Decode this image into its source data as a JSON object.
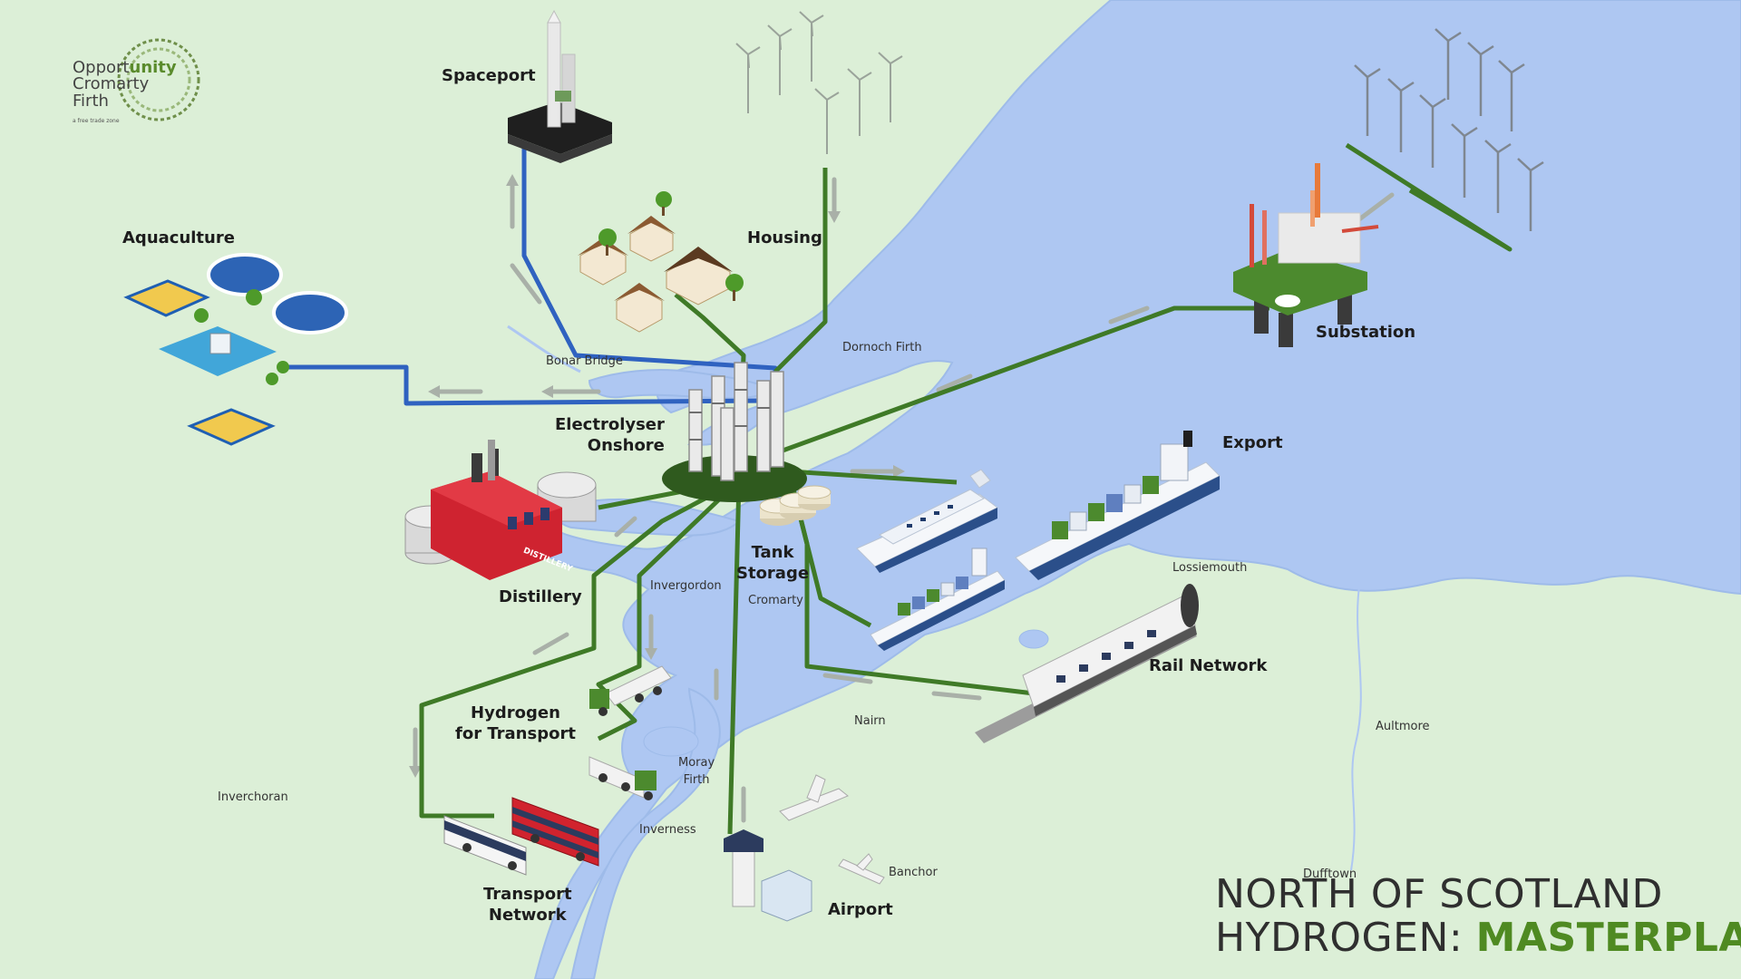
{
  "logo": {
    "line1_plain": "Opport",
    "line1_accent": "unity",
    "line2": "Cromarty",
    "line3": "Firth",
    "tagline": "a free trade zone"
  },
  "title": {
    "line1": "NORTH OF SCOTLAND",
    "line2_plain": "HYDROGEN: ",
    "line2_accent": "MASTERPLAN"
  },
  "facilities": {
    "spaceport": "Spaceport",
    "housing": "Housing",
    "aquaculture": "Aquaculture",
    "electrolyser_line1": "Electrolyser",
    "electrolyser_line2": "Onshore",
    "distillery": "Distillery",
    "distillery_sign": "DISTILLERY",
    "tank_storage_line1": "Tank",
    "tank_storage_line2": "Storage",
    "hydrogen_transport_line1": "Hydrogen",
    "hydrogen_transport_line2": "for Transport",
    "transport_network_line1": "Transport",
    "transport_network_line2": "Network",
    "airport": "Airport",
    "substation": "Substation",
    "export": "Export",
    "rail_network": "Rail Network"
  },
  "places": {
    "bonar_bridge": "Bonar Bridge",
    "dornoch_firth": "Dornoch Firth",
    "invergordon": "Invergordon",
    "cromarty": "Cromarty",
    "lossiemouth": "Lossiemouth",
    "nairn": "Nairn",
    "moray_firth_line1": "Moray",
    "moray_firth_line2": "Firth",
    "inverness": "Inverness",
    "inverchoran": "Inverchoran",
    "banchor": "Banchor",
    "dufftown": "Dufftown",
    "aultmore": "Aultmore"
  },
  "colors": {
    "land": "#dcefd7",
    "sea": "#aec7f2",
    "sea_edge": "#9ebbe9",
    "hydrogen_line": "#3f7a27",
    "water_line": "#2f62c0",
    "flow_arrow": "#a9b0a8",
    "brand_green": "#5a8b2c"
  }
}
